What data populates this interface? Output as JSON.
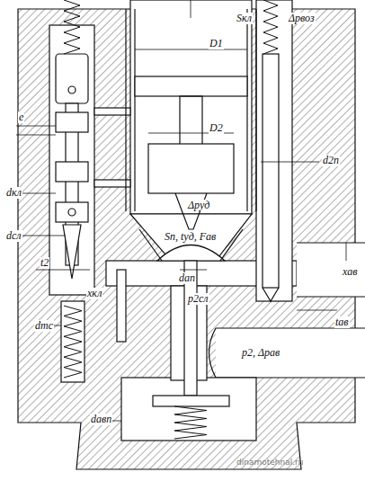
{
  "diagram": {
    "labels": [
      "Sкл",
      "Δpвоз",
      "D1",
      "e",
      "D2",
      "d2п",
      "dкл",
      "Δpуд",
      "Sп, tуд, Fав",
      "dсл",
      "t2",
      "xкл",
      "dап",
      "xав",
      "p2сл",
      "tав",
      "dтс",
      "p2, Δpав",
      "dавп",
      "dinamotehnal.ru"
    ]
  }
}
